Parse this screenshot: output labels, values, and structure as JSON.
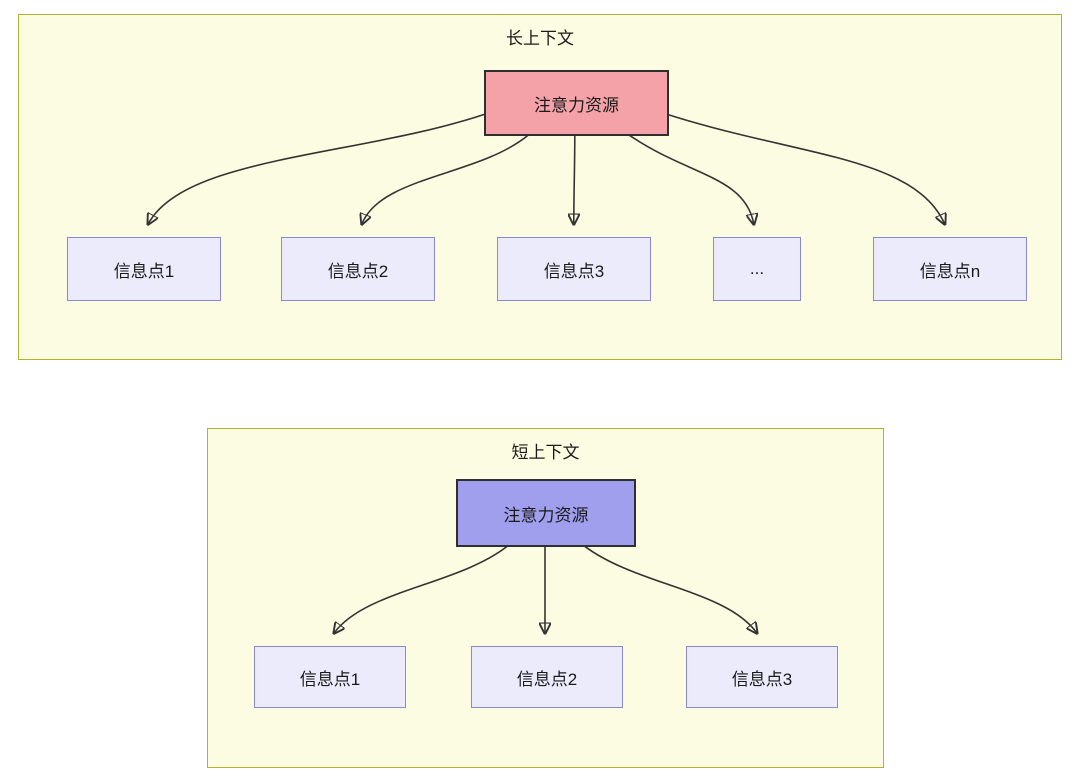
{
  "panels": [
    {
      "title": "长上下文",
      "root_label": "注意力资源",
      "children": [
        "信息点1",
        "信息点2",
        "信息点3",
        "...",
        "信息点n"
      ]
    },
    {
      "title": "短上下文",
      "root_label": "注意力资源",
      "children": [
        "信息点1",
        "信息点2",
        "信息点3"
      ]
    }
  ],
  "colors": {
    "page_bg": "#ffffff",
    "panel_bg": "#fcfce3",
    "panel_border": "#b2b22e",
    "long_root_bg": "#f4a2a8",
    "short_root_bg": "#9f9fee",
    "child_bg": "#ebebfc",
    "child_border": "#8c89cf",
    "root_border": "#2f2f2f",
    "arrow": "#333333",
    "text": "#1a1a1a"
  }
}
